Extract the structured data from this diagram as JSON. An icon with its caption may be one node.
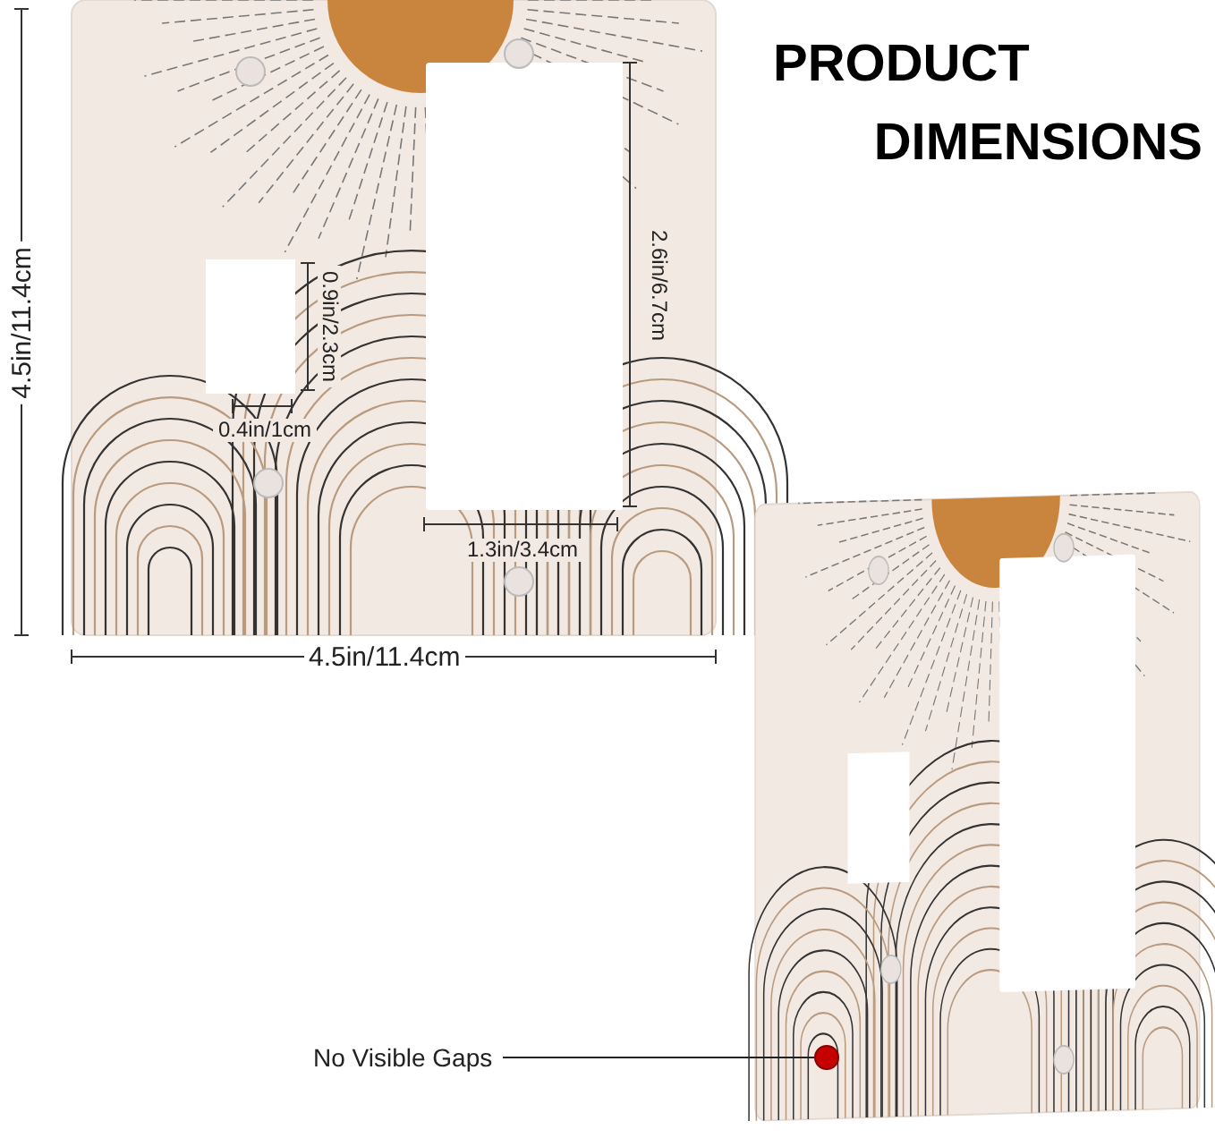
{
  "diagram": {
    "title": "PRODUCT DIMENSIONS",
    "nodes": [
      {
        "text": [
          "No Visible Gaps"
        ]
      },
      {
        "text": [],
        "shape": "circle"
      }
    ],
    "edges": [
      {
        "from": 0,
        "to": 1,
        "arrow": "none"
      }
    ],
    "labels": [
      "4.5in/11.4cm",
      "0.9in/2.3cm",
      "2.6in/6.7cm",
      "0.4in/1cm",
      "1.3in/3.4cm",
      "4.5in/11.4cm"
    ]
  }
}
